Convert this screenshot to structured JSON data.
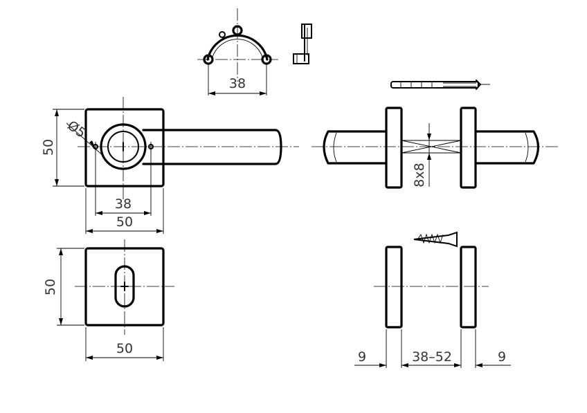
{
  "dimensions": {
    "rosette_hole_spacing": "38",
    "top_view_height": "50",
    "top_view_diameter": "Ø5",
    "top_view_spacing": "38",
    "top_view_width": "50",
    "square_spindle": "8x8",
    "escutcheon_height": "50",
    "escutcheon_width": "50",
    "rose_thickness_left": "9",
    "door_thickness_range": "38–52",
    "rose_thickness_right": "9"
  }
}
